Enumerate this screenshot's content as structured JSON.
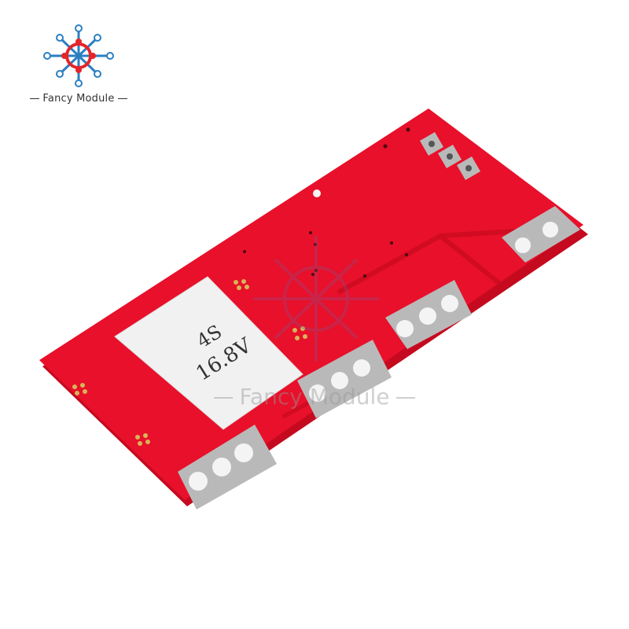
{
  "brand": {
    "name": "Fancy Module"
  },
  "label": {
    "cells": "4S",
    "voltage": "16.8V"
  },
  "watermark": {
    "text": "Fancy Module"
  },
  "colors": {
    "board": "#e8102a",
    "board_edge": "#c50a1f",
    "pad": "#b9b9b9",
    "label_bg": "#f1f1f1",
    "logo_red": "#e3262b",
    "logo_blue": "#2a7fc1"
  },
  "icons": [
    "circuit-logo-icon"
  ]
}
